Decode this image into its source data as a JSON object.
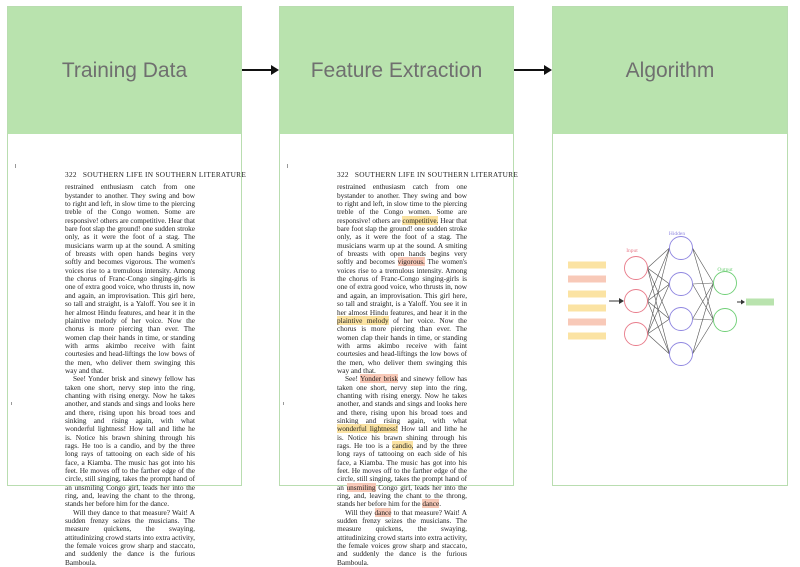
{
  "stages": [
    {
      "title": "Training Data"
    },
    {
      "title": "Feature Extraction"
    },
    {
      "title": "Algorithm"
    }
  ],
  "document": {
    "page_number": "322",
    "running_head": "SOUTHERN LIFE IN SOUTHERN LITERATURE",
    "paragraphs": [
      "restrained enthusiasm catch from one bystander to another. They swing and bow to right and left, in slow time to the piercing treble of the Congo women. Some are responsive! others are competitive. Hear that bare foot slap the ground! one sudden stroke only, as it were the foot of a stag. The musicians warm up at the sound. A smiting of breasts with open hands begins very softly and becomes vigorous. The women's voices rise to a tremulous intensity. Among the chorus of Franc-Congo singing-girls is one of extra good voice, who thrusts in, now and again, an improvisation. This girl here, so tall and straight, is a Yaloff. You see it in her almost Hindu features, and hear it in the plaintive melody of her voice. Now the chorus is more piercing than ever. The women clap their hands in time, or standing with arms akimbo receive with faint courtesies and head-liftings the low bows of the men, who deliver them swinging this way and that.",
      "See! Yonder brisk and sinewy fellow has taken one short, nervy step into the ring, chanting with rising energy. Now he takes another, and stands and sings and looks here and there, rising upon his broad toes and sinking and rising again, with what wonderful lightness! How tall and lithe he is. Notice his brawn shining through his rags. He too is a candio, and by the three long rays of tattooing on each side of his face, a Kiamba. The music has got into his feet. He moves off to the farther edge of the circle, still singing, takes the prompt hand of an unsmiling Congo girl, leads her into the ring, and, leaving the chant to the throng, stands her before him for the dance.",
      "Will they dance to that measure? Wait! A sudden frenzy seizes the musicians. The measure quickens, the swaying, attitudinizing crowd starts into extra activity, the female voices grow sharp and staccato, and suddenly the dance is the furious Bamboula."
    ],
    "highlights": [
      {
        "text": "competitive.",
        "color": "#fbe3a3"
      },
      {
        "text": "vigorous.",
        "color": "#f8c9b8"
      },
      {
        "text": "plaintive melody",
        "color": "#fbe3a3"
      },
      {
        "text": "Yonder brisk",
        "color": "#f8c9b8"
      },
      {
        "text": "wonderful lightness!",
        "color": "#fbe3a3"
      },
      {
        "text": "candio,",
        "color": "#fbe3a3"
      },
      {
        "text": "unsmiling",
        "color": "#f8c9b8"
      },
      {
        "text": "dance",
        "color": "#f8c9b8"
      }
    ]
  },
  "network": {
    "labels": {
      "input": "Input",
      "hidden": "Hidden",
      "output": "Output"
    },
    "colors": {
      "input": "#e87b8a",
      "hidden": "#8f86e0",
      "output": "#6fcf76",
      "edge": "#555555",
      "feature_yellow": "#fbe3a3",
      "feature_red": "#f8c9b8",
      "result": "#b9e3ae"
    },
    "layers": [
      3,
      4,
      2
    ],
    "feature_bars": [
      "yellow",
      "red",
      "yellow",
      "yellow",
      "red",
      "yellow"
    ]
  },
  "colors": {
    "header_green": "#b9e3ae",
    "title_gray": "#6f6f6f"
  }
}
